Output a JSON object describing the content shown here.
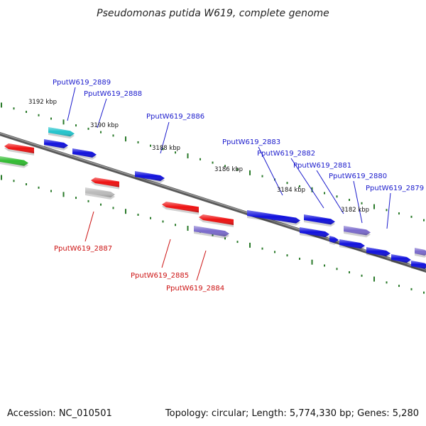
{
  "title": "Pseudomonas putida W619, complete genome",
  "accession": "Accession: NC_010501",
  "summary": "Topology: circular; Length: 5,774,330 bp; Genes: 5,280",
  "colors": {
    "label_forward": "#1a1acc",
    "label_reverse": "#cc1111",
    "backbone": "#777777",
    "tick_dot": "#2a7a2a",
    "blue": "#1010dd",
    "red": "#ee1111",
    "cyan": "#22c4cc",
    "purple": "#7a6acc",
    "grey": "#bbbbbb",
    "green": "#30bb30"
  },
  "ticks": [
    {
      "label": "3192 kbp"
    },
    {
      "label": "3190 kbp"
    },
    {
      "label": "3188 kbp"
    },
    {
      "label": "3186 kbp"
    },
    {
      "label": "3184 kbp"
    },
    {
      "label": "3182 kbp"
    }
  ],
  "genes": [
    {
      "name": "PputW619_2889",
      "color": "cyan",
      "strand": "forward",
      "labeled": true
    },
    {
      "name": "PputW619_2888",
      "color": "blue",
      "strand": "forward",
      "labeled": true
    },
    {
      "name": "PputW619_2887",
      "color": "grey",
      "strand": "reverse",
      "labeled": true
    },
    {
      "name": "PputW619_2886",
      "color": "blue",
      "strand": "forward",
      "labeled": true
    },
    {
      "name": "PputW619_2885",
      "color": "red",
      "strand": "reverse",
      "labeled": true
    },
    {
      "name": "PputW619_2884",
      "color": "purple",
      "strand": "reverse",
      "labeled": true
    },
    {
      "name": "PputW619_2883",
      "color": "blue",
      "strand": "forward",
      "labeled": true
    },
    {
      "name": "PputW619_2882",
      "color": "blue",
      "strand": "forward",
      "labeled": true
    },
    {
      "name": "PputW619_2881",
      "color": "blue",
      "strand": "forward",
      "labeled": true
    },
    {
      "name": "PputW619_2880",
      "color": "purple",
      "strand": "forward",
      "labeled": true
    },
    {
      "name": "PputW619_2879",
      "color": "blue",
      "strand": "forward",
      "labeled": true
    }
  ]
}
